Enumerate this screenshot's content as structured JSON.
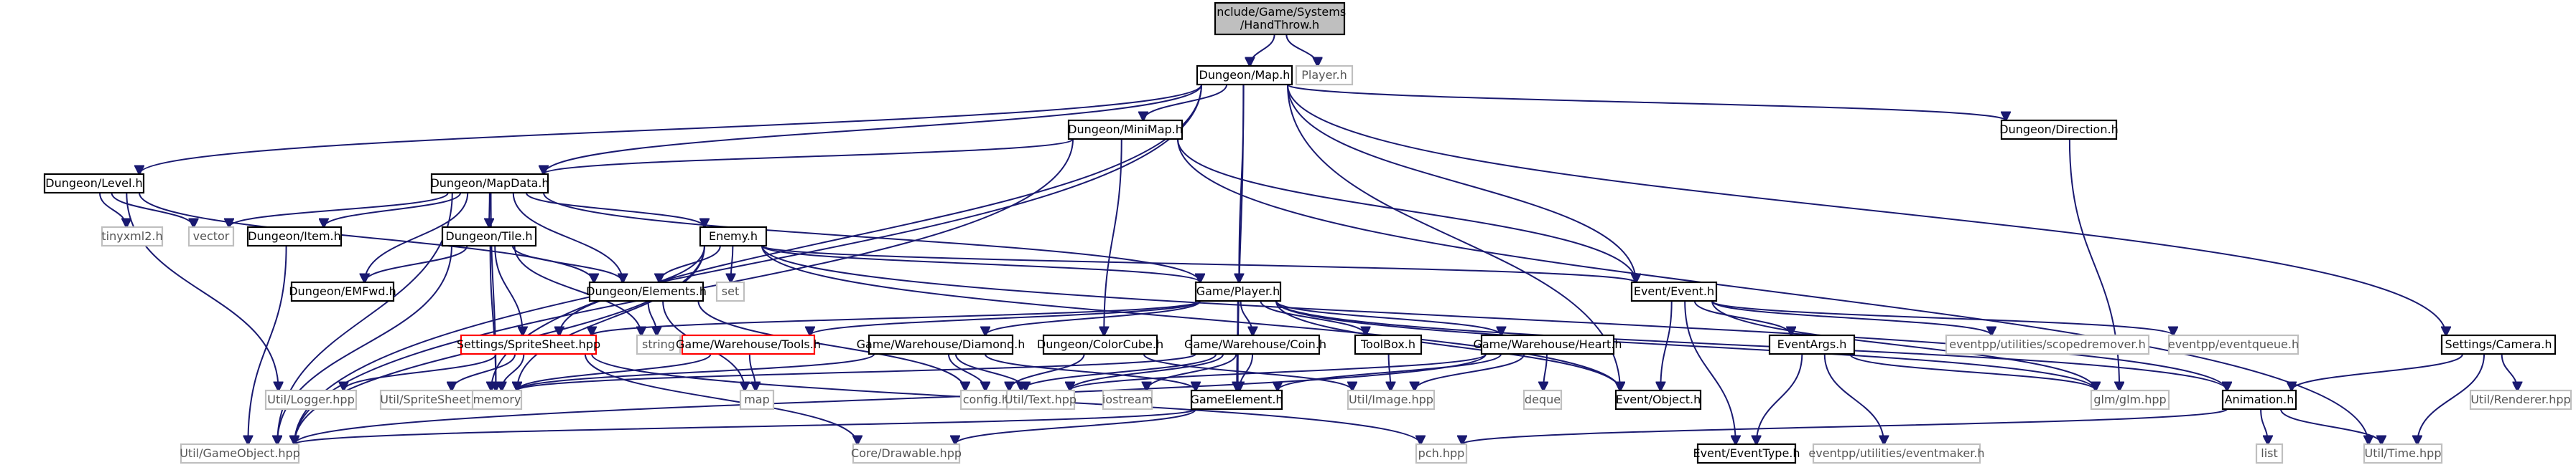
{
  "diagram": {
    "root": "include/Game/Systems/HandThrow.h",
    "nodes": {
      "handthrow": {
        "lines": [
          "include/Game/Systems",
          "/HandThrow.h"
        ],
        "kind": "root"
      },
      "map": {
        "lines": [
          "Dungeon/Map.h"
        ],
        "kind": "doc"
      },
      "player_h": {
        "lines": [
          "Player.h"
        ],
        "kind": "ext"
      },
      "level": {
        "lines": [
          "Dungeon/Level.h"
        ],
        "kind": "doc"
      },
      "minimap": {
        "lines": [
          "Dungeon/MiniMap.h"
        ],
        "kind": "doc"
      },
      "direction": {
        "lines": [
          "Dungeon/Direction.h"
        ],
        "kind": "doc"
      },
      "tinyxml": {
        "lines": [
          "tinyxml2.h"
        ],
        "kind": "ext"
      },
      "vector": {
        "lines": [
          "vector"
        ],
        "kind": "ext"
      },
      "mapdata": {
        "lines": [
          "Dungeon/MapData.h"
        ],
        "kind": "doc"
      },
      "item": {
        "lines": [
          "Dungeon/Item.h"
        ],
        "kind": "doc"
      },
      "tile": {
        "lines": [
          "Dungeon/Tile.h"
        ],
        "kind": "doc"
      },
      "enemy": {
        "lines": [
          "Enemy.h"
        ],
        "kind": "doc"
      },
      "emfwd": {
        "lines": [
          "Dungeon/EMFwd.h"
        ],
        "kind": "doc"
      },
      "elements": {
        "lines": [
          "Dungeon/Elements.h"
        ],
        "kind": "doc"
      },
      "set": {
        "lines": [
          "set"
        ],
        "kind": "ext"
      },
      "gameplayer": {
        "lines": [
          "Game/Player.h"
        ],
        "kind": "doc"
      },
      "event": {
        "lines": [
          "Event/Event.h"
        ],
        "kind": "doc"
      },
      "camera": {
        "lines": [
          "Settings/Camera.h"
        ],
        "kind": "doc"
      },
      "string": {
        "lines": [
          "string"
        ],
        "kind": "ext"
      },
      "spritesheet_s": {
        "lines": [
          "Settings/SpriteSheet.hpp"
        ],
        "kind": "red"
      },
      "tools": {
        "lines": [
          "Game/Warehouse/Tools.h"
        ],
        "kind": "red"
      },
      "diamond": {
        "lines": [
          "Game/Warehouse/Diamond.h"
        ],
        "kind": "doc"
      },
      "colorcube": {
        "lines": [
          "Dungeon/ColorCube.h"
        ],
        "kind": "doc"
      },
      "coin": {
        "lines": [
          "Game/Warehouse/Coin.h"
        ],
        "kind": "doc"
      },
      "toolbox": {
        "lines": [
          "ToolBox.h"
        ],
        "kind": "doc"
      },
      "heart": {
        "lines": [
          "Game/Warehouse/Heart.h"
        ],
        "kind": "doc"
      },
      "eventobject": {
        "lines": [
          "Event/Object.h"
        ],
        "kind": "doc"
      },
      "eventargs": {
        "lines": [
          "EventArgs.h"
        ],
        "kind": "doc"
      },
      "scopedremover": {
        "lines": [
          "eventpp/utilities/scopedremover.h"
        ],
        "kind": "ext"
      },
      "eventqueue": {
        "lines": [
          "eventpp/eventqueue.h"
        ],
        "kind": "ext"
      },
      "logger": {
        "lines": [
          "Util/Logger.hpp"
        ],
        "kind": "ext"
      },
      "util_sprite": {
        "lines": [
          "Util/SpriteSheet.hpp"
        ],
        "kind": "ext"
      },
      "memory": {
        "lines": [
          "memory"
        ],
        "kind": "ext"
      },
      "map_std": {
        "lines": [
          "map"
        ],
        "kind": "ext"
      },
      "config": {
        "lines": [
          "config.hpp"
        ],
        "kind": "ext"
      },
      "text": {
        "lines": [
          "Util/Text.hpp"
        ],
        "kind": "ext"
      },
      "iostream": {
        "lines": [
          "iostream"
        ],
        "kind": "ext"
      },
      "gameelement": {
        "lines": [
          "GameElement.h"
        ],
        "kind": "doc"
      },
      "image": {
        "lines": [
          "Util/Image.hpp"
        ],
        "kind": "ext"
      },
      "deque": {
        "lines": [
          "deque"
        ],
        "kind": "ext"
      },
      "eventtype": {
        "lines": [
          "Event/EventType.h"
        ],
        "kind": "doc"
      },
      "eventmaker": {
        "lines": [
          "eventpp/utilities/eventmaker.h"
        ],
        "kind": "ext"
      },
      "glm": {
        "lines": [
          "glm/glm.hpp"
        ],
        "kind": "ext"
      },
      "animation": {
        "lines": [
          "Animation.h"
        ],
        "kind": "doc"
      },
      "renderer": {
        "lines": [
          "Util/Renderer.hpp"
        ],
        "kind": "ext"
      },
      "gameobject": {
        "lines": [
          "Util/GameObject.hpp"
        ],
        "kind": "ext"
      },
      "drawable": {
        "lines": [
          "Core/Drawable.hpp"
        ],
        "kind": "ext"
      },
      "pch": {
        "lines": [
          "pch.hpp"
        ],
        "kind": "ext"
      },
      "list": {
        "lines": [
          "list"
        ],
        "kind": "ext"
      },
      "time": {
        "lines": [
          "Util/Time.hpp"
        ],
        "kind": "ext"
      }
    },
    "edges": [
      [
        "handthrow",
        "map"
      ],
      [
        "handthrow",
        "player_h"
      ],
      [
        "map",
        "level"
      ],
      [
        "map",
        "minimap"
      ],
      [
        "map",
        "direction"
      ],
      [
        "map",
        "mapdata"
      ],
      [
        "map",
        "gameplayer"
      ],
      [
        "map",
        "event"
      ],
      [
        "map",
        "camera"
      ],
      [
        "map",
        "eventobject"
      ],
      [
        "map",
        "gameelement"
      ],
      [
        "map",
        "gameobject"
      ],
      [
        "map",
        "util_sprite"
      ],
      [
        "level",
        "tinyxml"
      ],
      [
        "level",
        "vector"
      ],
      [
        "level",
        "elements"
      ],
      [
        "level",
        "logger"
      ],
      [
        "minimap",
        "mapdata"
      ],
      [
        "minimap",
        "colorcube"
      ],
      [
        "minimap",
        "event"
      ],
      [
        "minimap",
        "gameobject"
      ],
      [
        "minimap",
        "time"
      ],
      [
        "direction",
        "glm"
      ],
      [
        "mapdata",
        "vector"
      ],
      [
        "mapdata",
        "item"
      ],
      [
        "mapdata",
        "tile"
      ],
      [
        "mapdata",
        "enemy"
      ],
      [
        "mapdata",
        "emfwd"
      ],
      [
        "mapdata",
        "elements"
      ],
      [
        "mapdata",
        "gameplayer"
      ],
      [
        "mapdata",
        "memory"
      ],
      [
        "mapdata",
        "gameobject"
      ],
      [
        "item",
        "gameobject"
      ],
      [
        "tile",
        "emfwd"
      ],
      [
        "tile",
        "elements"
      ],
      [
        "tile",
        "string"
      ],
      [
        "tile",
        "spritesheet_s"
      ],
      [
        "tile",
        "memory"
      ],
      [
        "tile",
        "gameobject"
      ],
      [
        "enemy",
        "set"
      ],
      [
        "enemy",
        "elements"
      ],
      [
        "enemy",
        "gameplayer"
      ],
      [
        "enemy",
        "event"
      ],
      [
        "enemy",
        "eventobject"
      ],
      [
        "enemy",
        "animation"
      ],
      [
        "enemy",
        "spritesheet_s"
      ],
      [
        "enemy",
        "memory"
      ],
      [
        "enemy",
        "gameobject"
      ],
      [
        "elements",
        "string"
      ],
      [
        "elements",
        "map_std"
      ],
      [
        "elements",
        "config"
      ],
      [
        "gameplayer",
        "spritesheet_s"
      ],
      [
        "gameplayer",
        "tools"
      ],
      [
        "gameplayer",
        "diamond"
      ],
      [
        "gameplayer",
        "coin"
      ],
      [
        "gameplayer",
        "toolbox"
      ],
      [
        "gameplayer",
        "heart"
      ],
      [
        "gameplayer",
        "eventobject"
      ],
      [
        "gameplayer",
        "animation"
      ],
      [
        "gameplayer",
        "gameelement"
      ],
      [
        "gameplayer",
        "glm"
      ],
      [
        "event",
        "eventargs"
      ],
      [
        "event",
        "scopedremover"
      ],
      [
        "event",
        "eventqueue"
      ],
      [
        "event",
        "eventobject"
      ],
      [
        "event",
        "eventtype"
      ],
      [
        "event",
        "glm"
      ],
      [
        "camera",
        "animation"
      ],
      [
        "camera",
        "renderer"
      ],
      [
        "camera",
        "time"
      ],
      [
        "spritesheet_s",
        "logger"
      ],
      [
        "spritesheet_s",
        "util_sprite"
      ],
      [
        "spritesheet_s",
        "memory"
      ],
      [
        "spritesheet_s",
        "drawable"
      ],
      [
        "spritesheet_s",
        "pch"
      ],
      [
        "tools",
        "map_std"
      ],
      [
        "tools",
        "memory"
      ],
      [
        "diamond",
        "memory"
      ],
      [
        "diamond",
        "config"
      ],
      [
        "diamond",
        "text"
      ],
      [
        "diamond",
        "gameelement"
      ],
      [
        "colorcube",
        "config"
      ],
      [
        "colorcube",
        "image"
      ],
      [
        "coin",
        "memory"
      ],
      [
        "coin",
        "config"
      ],
      [
        "coin",
        "text"
      ],
      [
        "coin",
        "iostream"
      ],
      [
        "coin",
        "gameelement"
      ],
      [
        "toolbox",
        "image"
      ],
      [
        "heart",
        "deque"
      ],
      [
        "heart",
        "image"
      ],
      [
        "heart",
        "gameelement"
      ],
      [
        "heart",
        "gameobject"
      ],
      [
        "heart",
        "text"
      ],
      [
        "eventargs",
        "eventtype"
      ],
      [
        "eventargs",
        "eventmaker"
      ],
      [
        "eventargs",
        "glm"
      ],
      [
        "gameelement",
        "gameobject"
      ],
      [
        "gameelement",
        "drawable"
      ],
      [
        "animation",
        "pch"
      ],
      [
        "animation",
        "list"
      ],
      [
        "animation",
        "time"
      ]
    ]
  }
}
